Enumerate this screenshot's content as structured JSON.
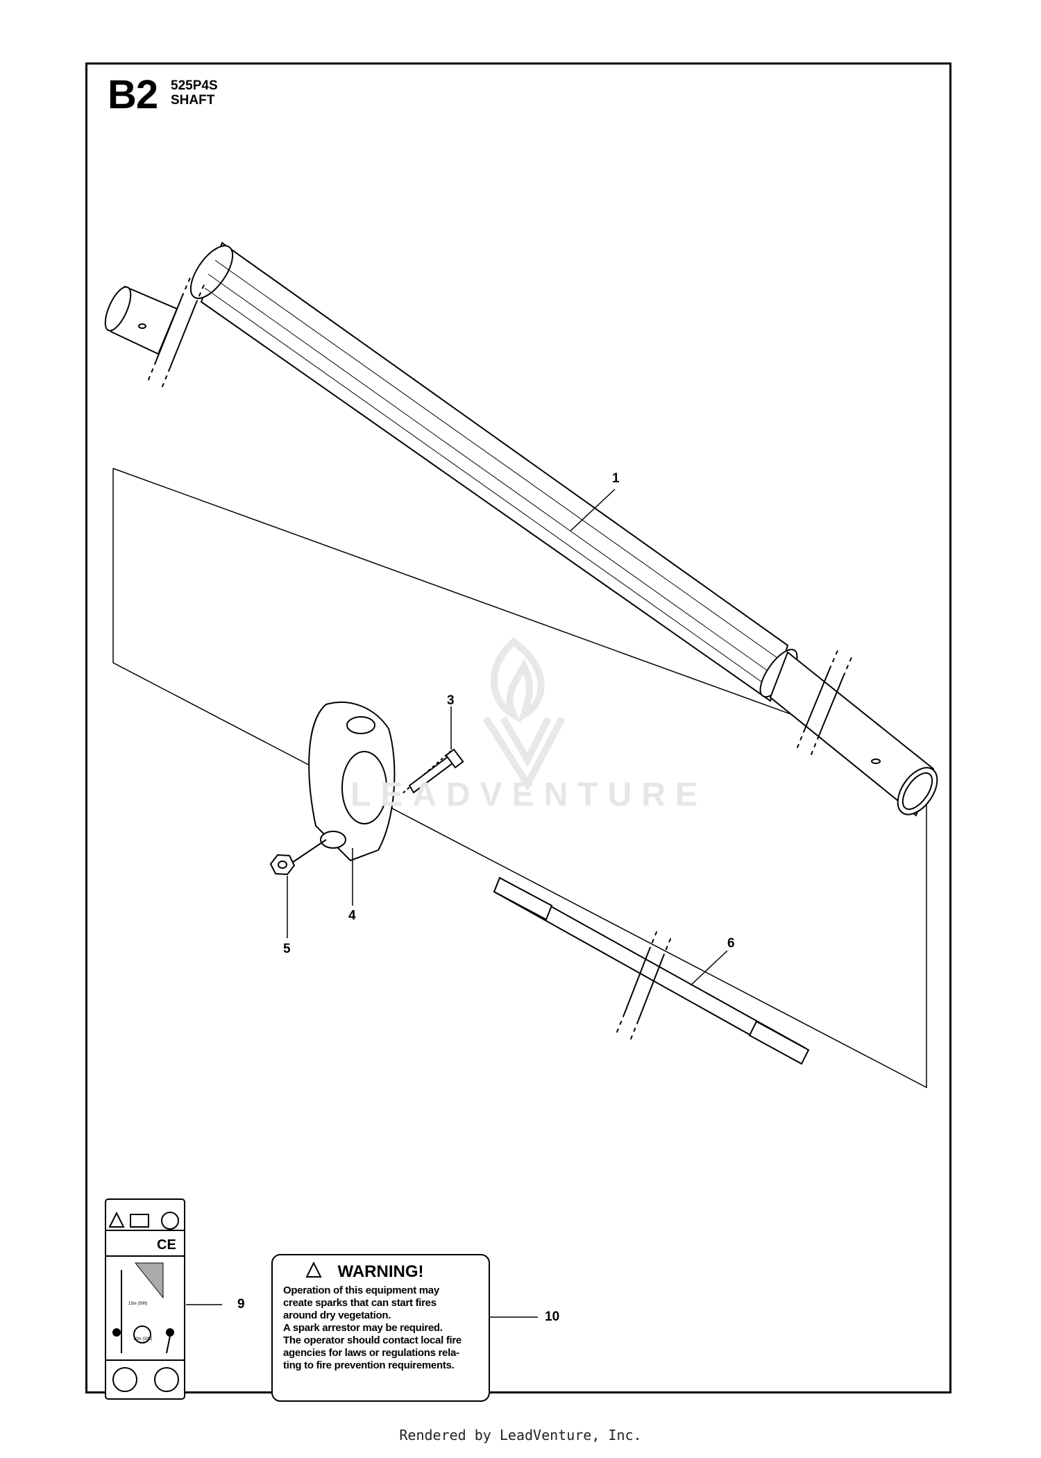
{
  "header": {
    "code": "B2",
    "model": "525P4S",
    "section": "SHAFT"
  },
  "callouts": [
    "1",
    "3",
    "4",
    "5",
    "6",
    "9",
    "10"
  ],
  "warning_label": {
    "heading": "WARNING!",
    "lines": [
      "Operation of this equipment may",
      "create sparks that can start fires",
      "around dry vegetation.",
      "A spark arrestor may be required.",
      "The operator should contact local fire",
      "agencies for laws or regulations rela-",
      "ting to fire prevention requirements."
    ]
  },
  "decal": {
    "mark": "CE",
    "distance_1": "15m (50ft)",
    "distance_2": "10m (33ft)"
  },
  "watermark": "LEADVENTURE",
  "footer": "Rendered by LeadVenture, Inc."
}
